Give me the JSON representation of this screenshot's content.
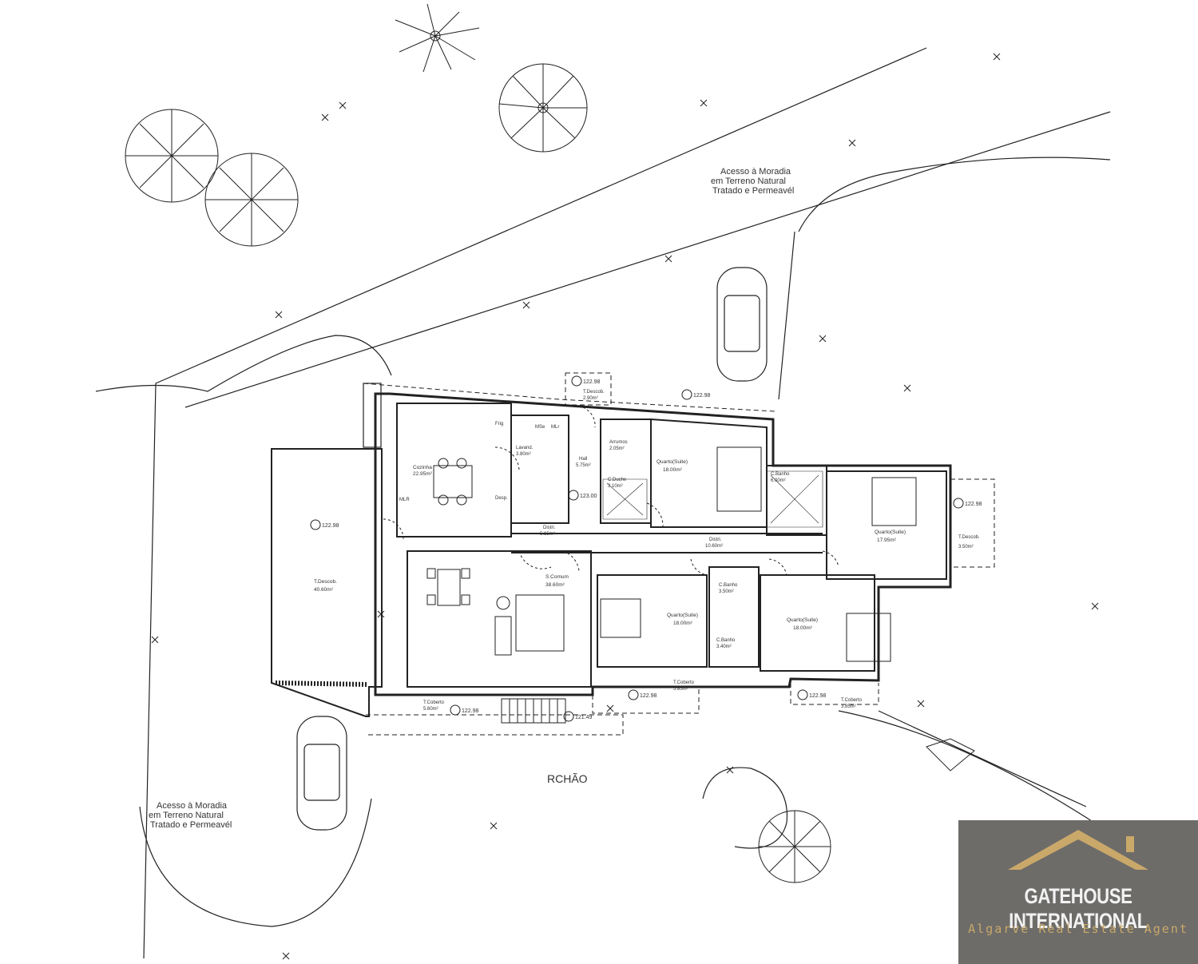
{
  "plan": {
    "floor_label": "RCHÃO",
    "access_notes": [
      [
        "Acesso à Moradia",
        "em Terreno Natural",
        "Tratado e Permeavél"
      ],
      [
        "Acesso à Moradia",
        "em Terreno Natural",
        "Tratado e Permeavél"
      ]
    ],
    "rooms": [
      {
        "name": "Cozinha",
        "area": "22.95m²"
      },
      {
        "name": "Lavand.",
        "area": "3.80m²"
      },
      {
        "name": "Hall",
        "area": "5.75m²"
      },
      {
        "name": "Arrumos",
        "area": "2.05m²"
      },
      {
        "name": "C.Duche",
        "area": "3.10m²"
      },
      {
        "name": "Quarto(Suite)",
        "area": "18.00m²"
      },
      {
        "name": "C.Banho",
        "area": "6.00m²"
      },
      {
        "name": "Quarto(Suite)",
        "area": "17.95m²"
      },
      {
        "name": "Distri.",
        "area": "5.15m²"
      },
      {
        "name": "Distri.",
        "area": "10.60m²"
      },
      {
        "name": "S.Comum",
        "area": "38.60m²"
      },
      {
        "name": "Quarto(Suite)",
        "area": "18.00m²"
      },
      {
        "name": "C.Banho",
        "area": "3.50m²"
      },
      {
        "name": "C.Banho",
        "area": "3.40m²"
      },
      {
        "name": "Quarto(Suite)",
        "area": "18.00m²"
      },
      {
        "name": "T.Descob.",
        "area": "40.60m²"
      },
      {
        "name": "T.Descob.",
        "area": "2.90m²"
      },
      {
        "name": "T.Descob.",
        "area": "3.50m²"
      },
      {
        "name": "T.Coberto",
        "area": "5.60m²"
      },
      {
        "name": "T.Coberto",
        "area": "5.85m²"
      },
      {
        "name": "T.Coberto",
        "area": "3.85m²"
      }
    ],
    "fixtures": {
      "fridge": "Frig",
      "mlr": "MLR",
      "mse": "MSe",
      "mlr2": "MLr",
      "dispensa": "Desp."
    },
    "levels": [
      "122.98",
      "122.98",
      "122.98",
      "123.00",
      "122.98",
      "122.98",
      "122.98",
      "122.98",
      "121.49"
    ]
  },
  "logo": {
    "name": "GATEHOUSE INTERNATIONAL",
    "tagline": "Algarve Real Estate Agent",
    "colors": {
      "box": "#6d6c69",
      "roof": "#c9a86a",
      "text": "#f2f2f2"
    }
  }
}
